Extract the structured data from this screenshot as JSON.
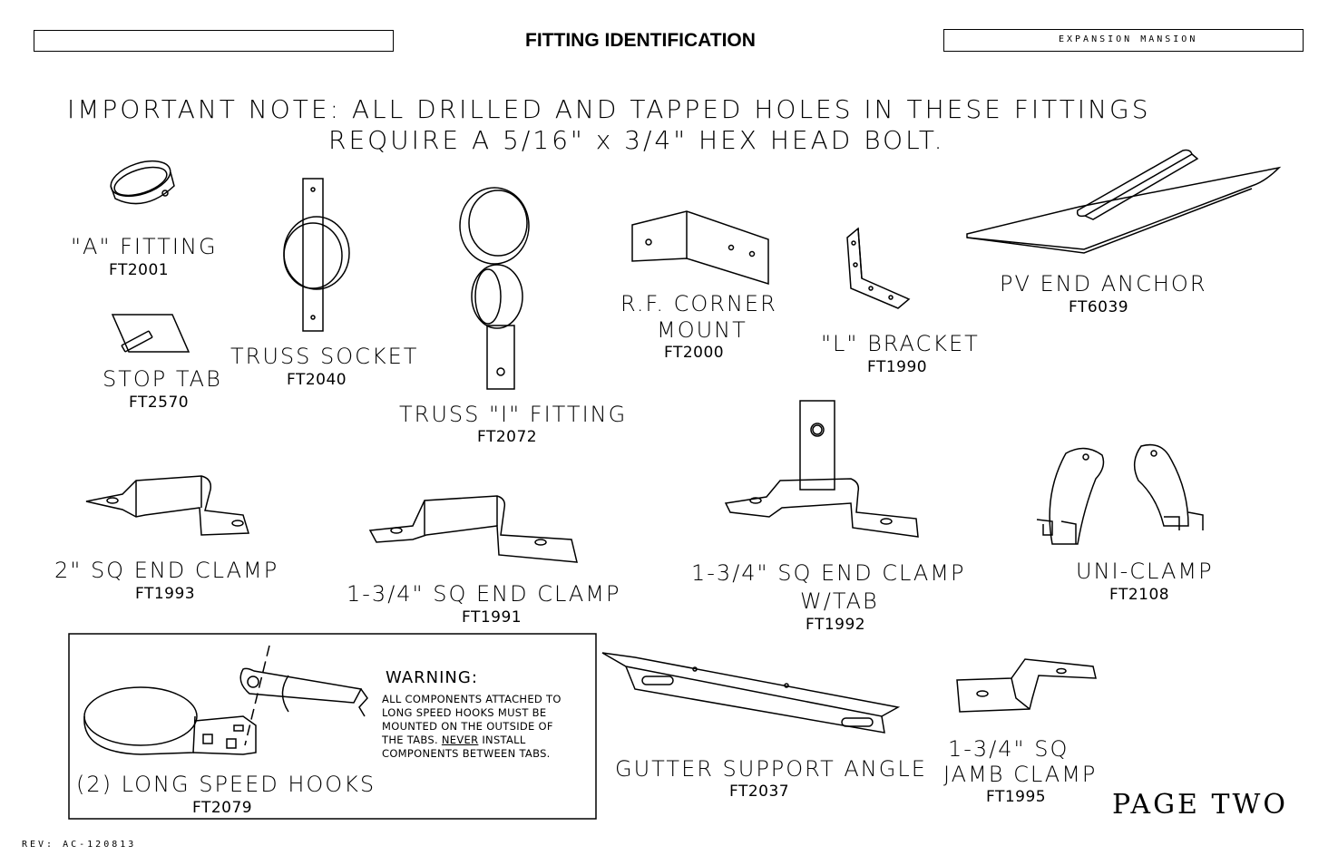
{
  "header": {
    "title": "FITTING IDENTIFICATION",
    "right_box": "EXPANSION MANSION"
  },
  "note": {
    "line1": "IMPORTANT NOTE: ALL DRILLED AND TAPPED HOLES IN THESE FITTINGS",
    "line2": "REQUIRE A 5/16\" x 3/4\" HEX HEAD BOLT."
  },
  "fittings": {
    "a_fitting": {
      "label": "\"A\" FITTING",
      "code": "FT2001"
    },
    "stop_tab": {
      "label": "STOP TAB",
      "code": "FT2570"
    },
    "truss_socket": {
      "label": "TRUSS SOCKET",
      "code": "FT2040"
    },
    "truss_i": {
      "label": "TRUSS \"I\" FITTING",
      "code": "FT2072"
    },
    "rf_corner": {
      "label1": "R.F. CORNER",
      "label2": "MOUNT",
      "code": "FT2000"
    },
    "l_bracket": {
      "label": "\"L\" BRACKET",
      "code": "FT1990"
    },
    "pv_end": {
      "label": "PV END ANCHOR",
      "code": "FT6039"
    },
    "sq2_end": {
      "label": "2\" SQ END CLAMP",
      "code": "FT1993"
    },
    "sq134_end": {
      "label": "1-3/4\" SQ END CLAMP",
      "code": "FT1991"
    },
    "sq134_tab": {
      "label1": "1-3/4\" SQ END CLAMP",
      "label2": "W/TAB",
      "code": "FT1992"
    },
    "uni_clamp": {
      "label": "UNI-CLAMP",
      "code": "FT2108"
    },
    "speed_hooks": {
      "label": "(2) LONG SPEED HOOKS",
      "code": "FT2079"
    },
    "gutter": {
      "label": "GUTTER SUPPORT ANGLE",
      "code": "FT2037"
    },
    "jamb": {
      "label1": "1-3/4\" SQ",
      "label2": "JAMB CLAMP",
      "code": "FT1995"
    }
  },
  "warning": {
    "heading": "WARNING:",
    "line1": "ALL COMPONENTS ATTACHED TO",
    "line2": "LONG SPEED HOOKS MUST BE",
    "line3": "MOUNTED ON THE OUTSIDE OF",
    "line4_a": "THE TABS. ",
    "line4_never": "NEVER",
    "line4_b": " INSTALL",
    "line5": "COMPONENTS BETWEEN TABS."
  },
  "footer": {
    "page": "PAGE TWO",
    "rev": "REV: AC-120813"
  }
}
